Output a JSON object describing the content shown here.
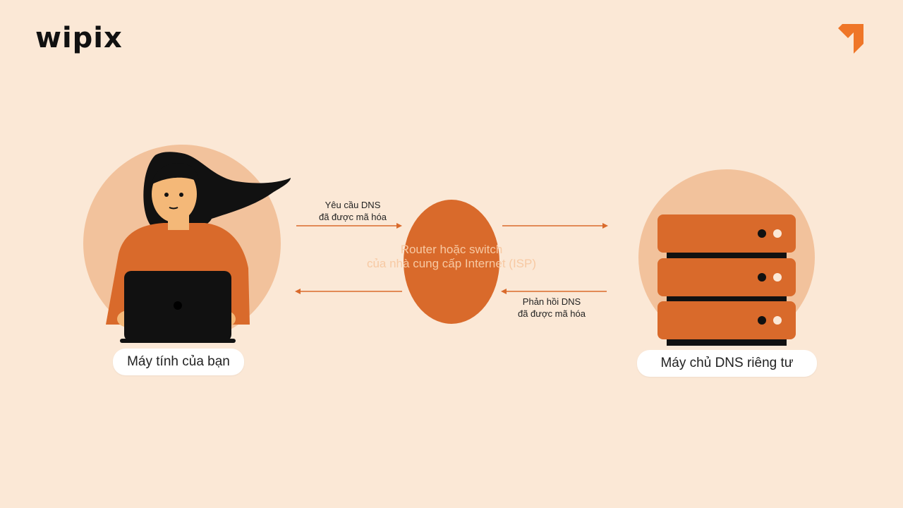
{
  "brand": {
    "logo_text": "wipix"
  },
  "diagram": {
    "client_label": "Máy tính của bạn",
    "server_label": "Máy chủ DNS riêng tư",
    "router_label_line1": "Router hoặc switch",
    "router_label_line2": "của nhà cung cấp Internet (ISP)",
    "request_line1": "Yêu cầu DNS",
    "request_line2": "đã được mã hóa",
    "response_line1": "Phản hồi DNS",
    "response_line2": "đã được mã hóa"
  },
  "colors": {
    "background": "#fbe8d6",
    "accent": "#d96a2b",
    "circle": "#f2c29c",
    "dark": "#111111"
  }
}
